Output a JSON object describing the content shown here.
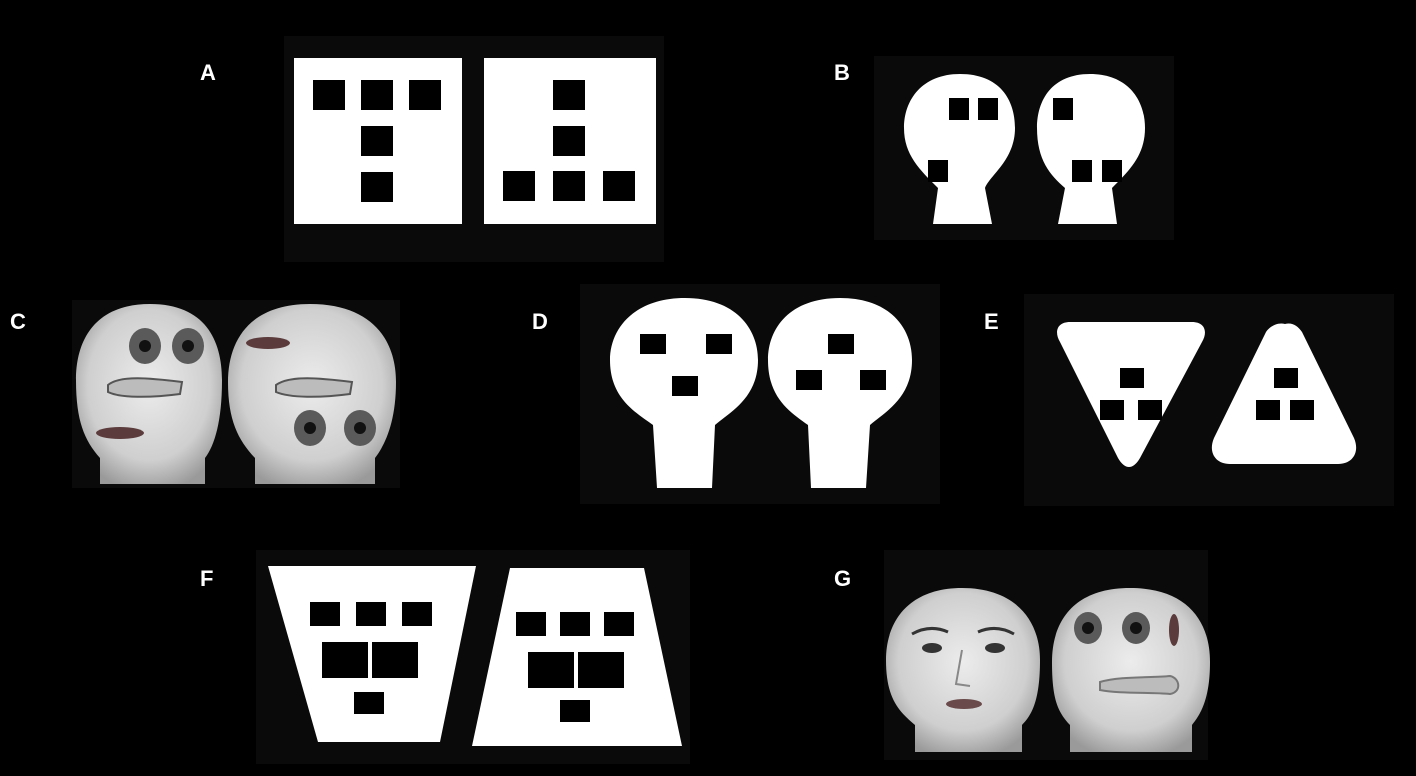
{
  "panels": [
    {
      "id": "A",
      "label": "A"
    },
    {
      "id": "B",
      "label": "B"
    },
    {
      "id": "C",
      "label": "C"
    },
    {
      "id": "D",
      "label": "D"
    },
    {
      "id": "E",
      "label": "E"
    },
    {
      "id": "F",
      "label": "F"
    },
    {
      "id": "G",
      "label": "G"
    }
  ],
  "colors": {
    "background": "#000000",
    "shape": "#ffffff",
    "feature": "#000000",
    "skin": "#d8d8d8"
  }
}
